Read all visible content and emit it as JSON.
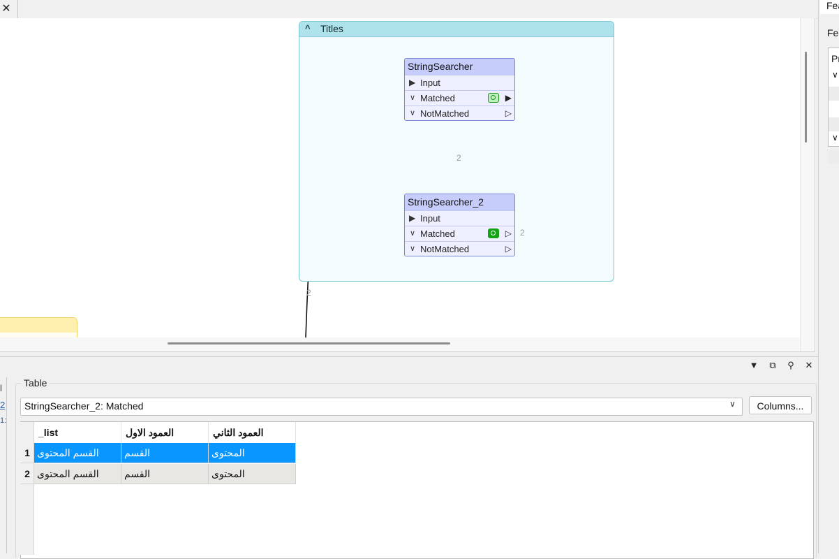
{
  "canvas": {
    "tab_close_glyph": "✕",
    "bookmark": {
      "caret": "^",
      "title": "Titles"
    },
    "transformers": [
      {
        "name": "StringSearcher",
        "input_label": "Input",
        "ports": [
          {
            "label": "Matched",
            "inspect": "light"
          },
          {
            "label": "NotMatched"
          }
        ]
      },
      {
        "name": "StringSearcher_2",
        "input_label": "Input",
        "ports": [
          {
            "label": "Matched",
            "inspect": "dark",
            "count": "2"
          },
          {
            "label": "NotMatched"
          }
        ]
      }
    ],
    "connection_counts": {
      "between": "2",
      "to_input": "2"
    }
  },
  "right_panel": {
    "tab_label": "Fea",
    "label": "Fea",
    "box_label": "Pr"
  },
  "bottom_panel": {
    "toolbar_icons": [
      "chevron-down-icon",
      "restore-icon",
      "pin-icon",
      "close-icon"
    ],
    "left_strip": {
      "text1": "l",
      "text2": "2",
      "text3": "1:"
    },
    "table_group_label": "Table",
    "dataset": {
      "selected": "StringSearcher_2: Matched"
    },
    "columns_button": "Columns...",
    "columns": [
      "_list",
      "العمود الاول",
      "العمود الثاني"
    ],
    "rows": [
      {
        "num": "1",
        "cells": [
          "القسم المحتوى",
          "القسم",
          "المحتوى"
        ],
        "selected": true
      },
      {
        "num": "2",
        "cells": [
          "القسم المحتوى",
          "القسم",
          "المحتوى"
        ],
        "selected": false
      }
    ]
  },
  "colors": {
    "selection": "#0a96ff",
    "bookmark_header": "#aee3ec",
    "transformer_header": "#c6cdfb"
  }
}
